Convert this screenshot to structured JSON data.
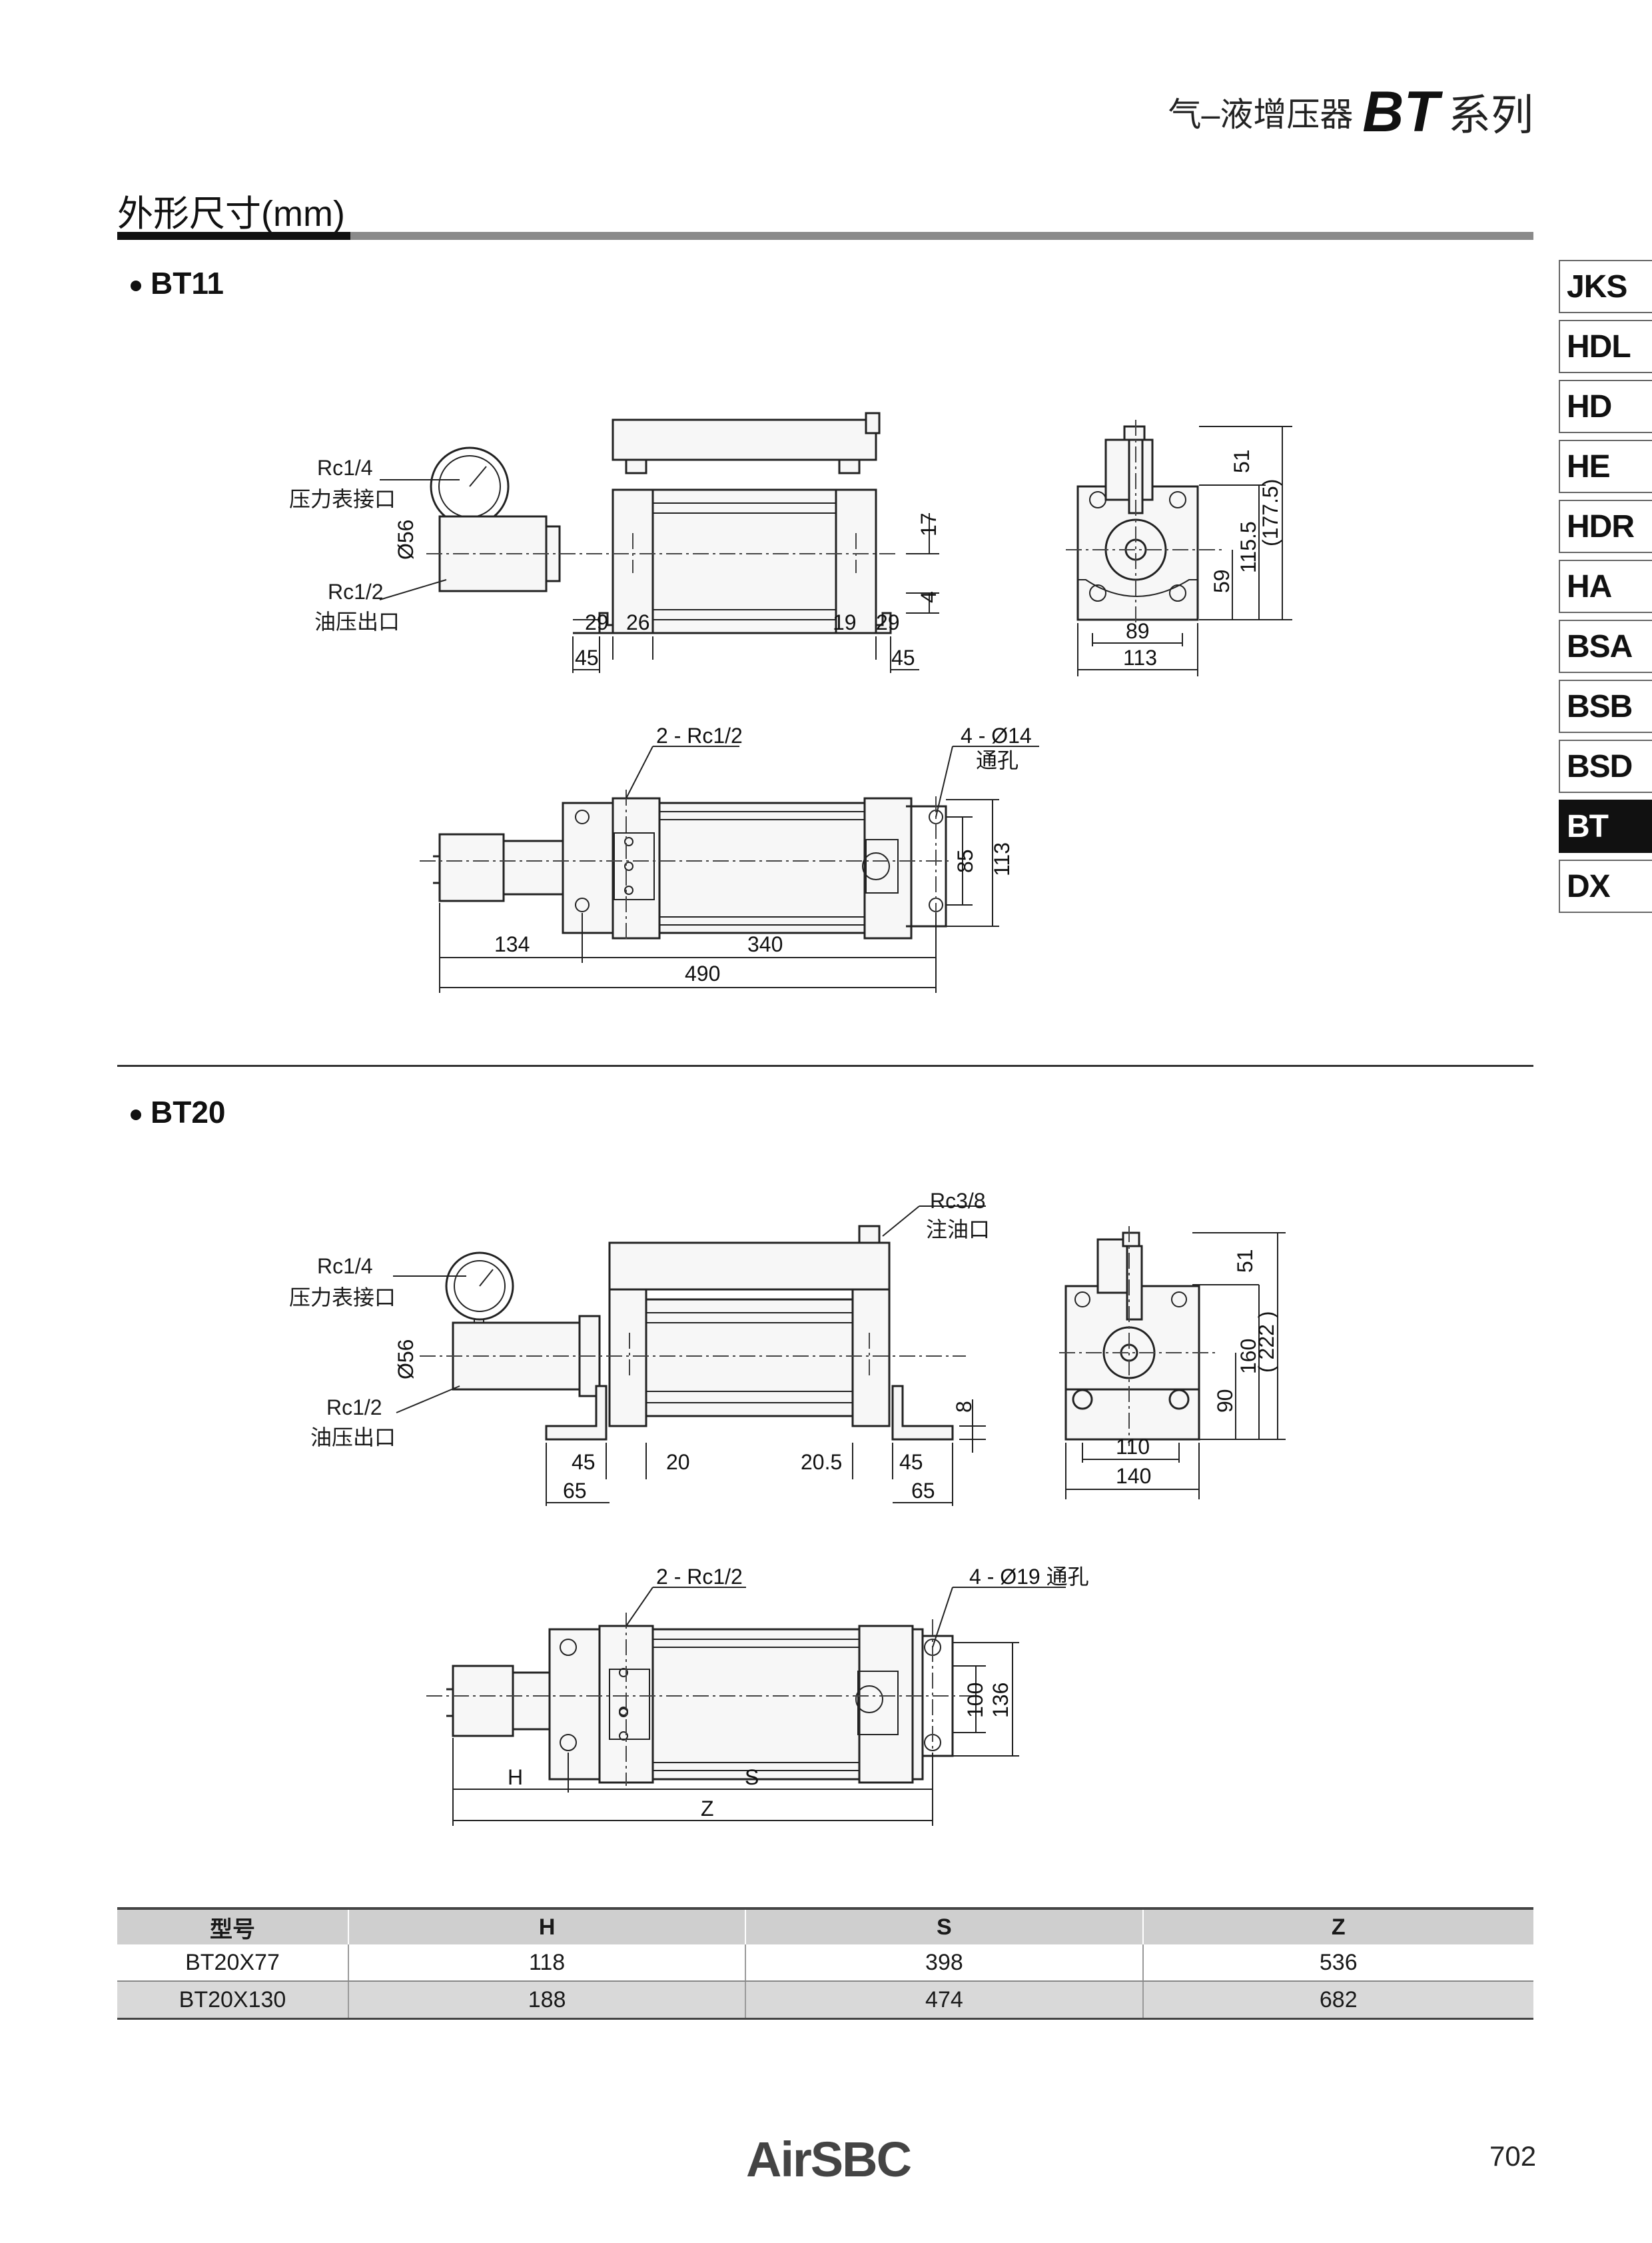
{
  "header": {
    "subtitle": "气–液增压器",
    "series_code": "BT",
    "series_suffix": "系列"
  },
  "section_title": "外形尺寸(mm)",
  "side_tabs": [
    {
      "label": "JKS",
      "active": false
    },
    {
      "label": "HDL",
      "active": false
    },
    {
      "label": "HD",
      "active": false
    },
    {
      "label": "HE",
      "active": false
    },
    {
      "label": "HDR",
      "active": false
    },
    {
      "label": "HA",
      "active": false
    },
    {
      "label": "BSA",
      "active": false
    },
    {
      "label": "BSB",
      "active": false
    },
    {
      "label": "BSD",
      "active": false
    },
    {
      "label": "BT",
      "active": true
    },
    {
      "label": "DX",
      "active": false
    }
  ],
  "bt11": {
    "heading": "BT11",
    "gauge_port": {
      "thread": "Rc1/4",
      "name": "压力表接口"
    },
    "oil_outlet": {
      "thread": "Rc1/2",
      "name": "油压出口"
    },
    "diameter": "Ø56",
    "dims_front": [
      "29",
      "26",
      "19",
      "29",
      "45",
      "45",
      "17",
      "4"
    ],
    "dims_side": [
      "51",
      "115.5",
      "(177.5)",
      "59",
      "89",
      "113"
    ],
    "top_view": {
      "ports": "2 - Rc1/2",
      "holes": "4 - Ø14",
      "holes_note": "通孔",
      "dims": [
        "85",
        "113",
        "134",
        "340",
        "490"
      ]
    }
  },
  "bt20": {
    "heading": "BT20",
    "fill_port": {
      "thread": "Rc3/8",
      "name": "注油口"
    },
    "gauge_port": {
      "thread": "Rc1/4",
      "name": "压力表接口"
    },
    "oil_outlet": {
      "thread": "Rc1/2",
      "name": "油压出口"
    },
    "diameter": "Ø56",
    "dims_front": [
      "45",
      "20",
      "20.5",
      "45",
      "65",
      "65",
      "8"
    ],
    "dims_side": [
      "51",
      "160",
      "( 222 )",
      "90",
      "110",
      "140"
    ],
    "top_view": {
      "ports": "2 - Rc1/2",
      "holes": "4 - Ø19 通孔",
      "dims": [
        "100",
        "136",
        "H",
        "S",
        "Z"
      ]
    }
  },
  "spec_table": {
    "headers": [
      "型号",
      "H",
      "S",
      "Z"
    ],
    "rows": [
      [
        "BT20X77",
        "118",
        "398",
        "536"
      ],
      [
        "BT20X130",
        "188",
        "474",
        "682"
      ]
    ]
  },
  "footer": {
    "brand": "AirSBC",
    "page_number": "702"
  }
}
